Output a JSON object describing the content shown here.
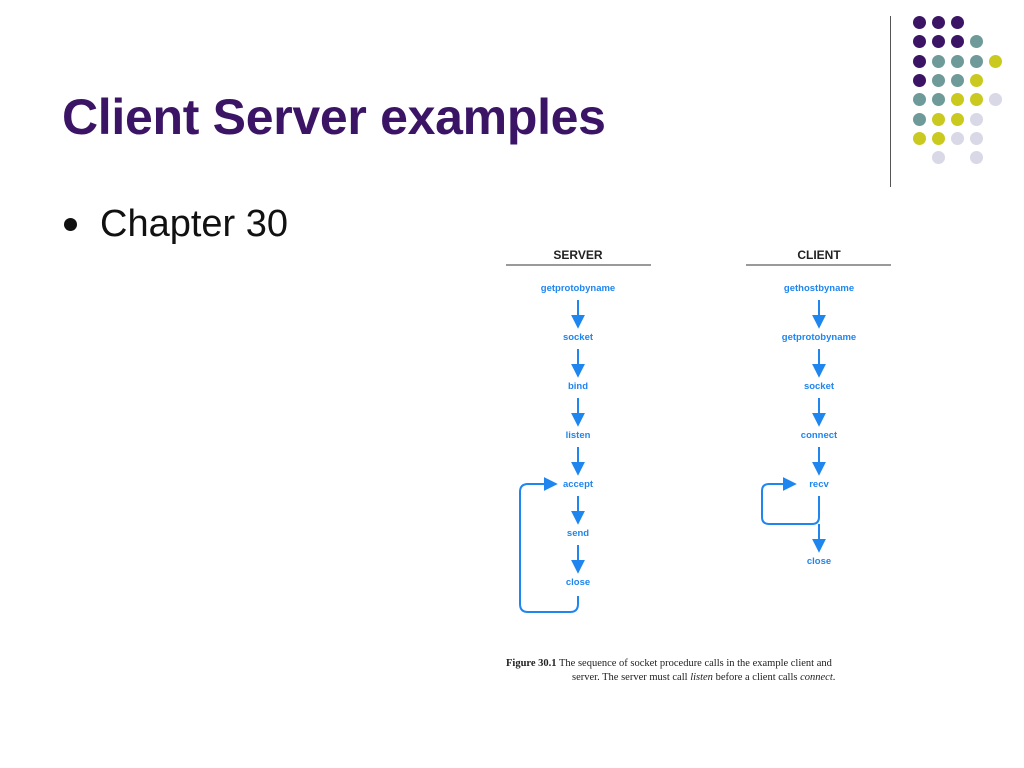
{
  "slide": {
    "title": "Client Server examples",
    "bullet": "Chapter 30"
  },
  "colors": {
    "title": "#3b1466",
    "dot_purple": "#3b1466",
    "dot_teal": "#6e9a99",
    "dot_yellow": "#c9c920",
    "dot_lavender": "#d8d8e6",
    "diagram_blue": "#1f86f0",
    "rule_gray": "#9a9a9a"
  },
  "diagram": {
    "server": {
      "header": "SERVER",
      "steps": [
        "getprotobyname",
        "socket",
        "bind",
        "listen",
        "accept",
        "send",
        "close"
      ]
    },
    "client": {
      "header": "CLIENT",
      "steps": [
        "gethostbyname",
        "getprotobyname",
        "socket",
        "connect",
        "recv",
        "close"
      ]
    }
  },
  "caption": {
    "label": "Figure 30.1",
    "text_1": " The sequence of socket procedure calls in the example client and",
    "text_2a": "server.  The server must call ",
    "text_2_em1": "listen",
    "text_2b": " before a client calls ",
    "text_2_em2": "connect",
    "text_2c": "."
  }
}
